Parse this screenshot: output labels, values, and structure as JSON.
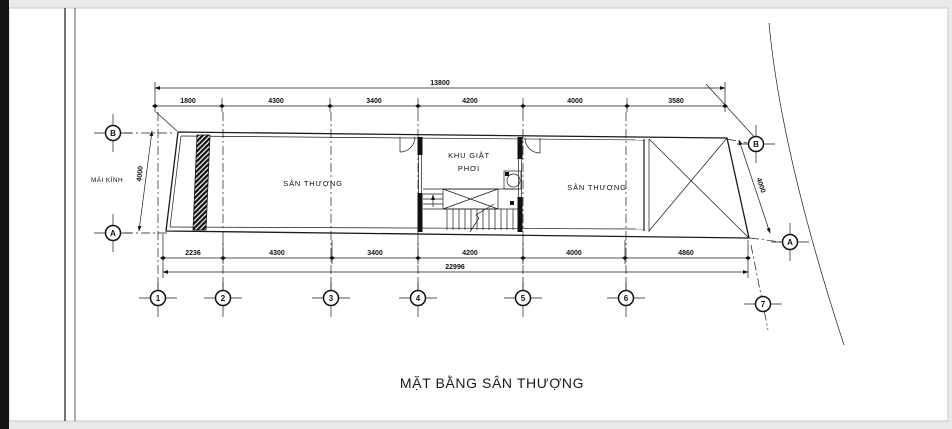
{
  "sheet": {
    "title": "MẶT BẰNG SÂN THƯỢNG"
  },
  "rooms": {
    "mai_kinh": "MÁI KÍNH",
    "terrace_left": "SÂN THƯỢNG",
    "laundry_line1": "KHU GIẶT",
    "laundry_line2": "PHƠI",
    "terrace_right": "SÂN THƯỢNG"
  },
  "dimensions": {
    "top_total": "13800",
    "top_segments": [
      "1800",
      "4300",
      "3400",
      "4200",
      "4000",
      "3580"
    ],
    "bottom_segments": [
      "2236",
      "4300",
      "3400",
      "4200",
      "4000",
      "4860"
    ],
    "bottom_total": "22996",
    "left_height": "4000",
    "right_height": "4000"
  },
  "grid": {
    "columns": [
      "1",
      "2",
      "3",
      "4",
      "5",
      "6",
      "7"
    ],
    "left_rows": [
      "B",
      "A"
    ],
    "right_rows": [
      "B",
      "A"
    ]
  },
  "colors": {
    "paper": "#ffffff",
    "background": "#e9e9e9",
    "ink": "#1a1a1a"
  }
}
